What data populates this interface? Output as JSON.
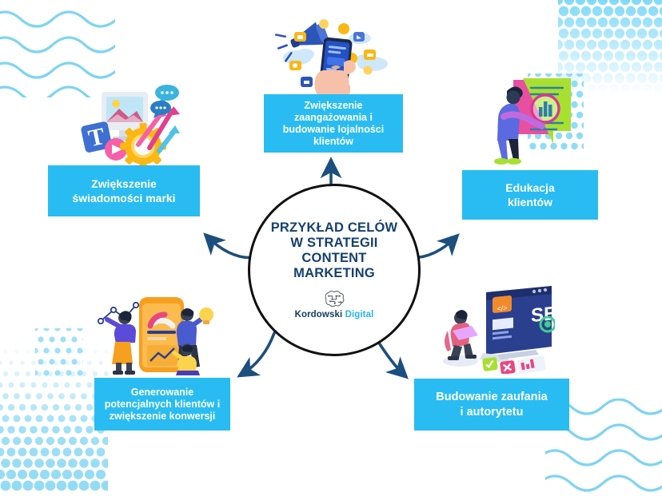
{
  "page": {
    "title": "Przykład celów w strategii content marketing",
    "language": "pl",
    "background_color": "#ffffff"
  },
  "colors": {
    "box_fill": "#29bcf2",
    "box_text": "#ffffff",
    "circle_title": "#16406e",
    "circle_outline": "#111111",
    "arrow": "#1b4f7e",
    "decor_light_blue": "#7fd4f2",
    "logo_dark": "#123a5e",
    "logo_accent": "#27b4ec"
  },
  "center": {
    "title": "PRZYKŁAD CELÓW\nW STRATEGII\nCONTENT\nMARKETING",
    "logo": {
      "icon": "brain-circuit-icon",
      "name_primary": "Kordowski",
      "name_accent": "Digital"
    }
  },
  "nodes": [
    {
      "id": "awareness",
      "label": "Zwiększenie\nświadomości marki",
      "illustration": "brand-awareness-illustration",
      "position": "left"
    },
    {
      "id": "engagement",
      "label": "Zwiększenie\nzaangażowania i\nbudowanie lojalności\nklientów",
      "illustration": "social-engagement-phone-illustration",
      "position": "top"
    },
    {
      "id": "education",
      "label": "Edukacja\nklientów",
      "illustration": "document-magnifier-illustration",
      "position": "right"
    },
    {
      "id": "trust",
      "label": "Budowanie zaufania\ni autorytetu",
      "illustration": "seo-monitor-illustration",
      "position": "bottom-right"
    },
    {
      "id": "leads",
      "label": "Generowanie\npotencjalnych klientów i\nzwiększenie konwersji",
      "illustration": "analytics-mobile-team-illustration",
      "position": "bottom-left"
    }
  ],
  "decorations": [
    {
      "id": "waves-top-left",
      "type": "wave-lines",
      "count": 4
    },
    {
      "id": "waves-bottom-right",
      "type": "wave-lines",
      "count": 4
    },
    {
      "id": "dots-top-right",
      "type": "halftone-dots"
    },
    {
      "id": "dots-bottom-left",
      "type": "halftone-dots"
    },
    {
      "id": "dots-mid-right",
      "type": "halftone-dots"
    },
    {
      "id": "dots-mid-left",
      "type": "halftone-dots"
    }
  ]
}
